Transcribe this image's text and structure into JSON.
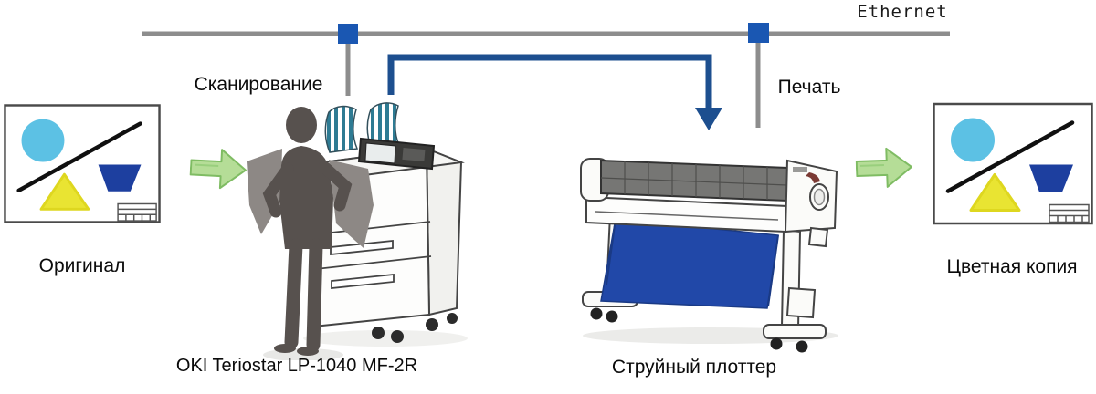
{
  "labels": {
    "ethernet": "Ethernet",
    "scanning": "Сканирование",
    "printing": "Печать",
    "original": "Оригинал",
    "mfp": "OKI Teriostar LP-1040 MF-2R",
    "plotter": "Струйный плоттер",
    "copy": "Цветная копия"
  },
  "colors": {
    "network_gray": "#8d8d8d",
    "connector_blue": "#1a57b2",
    "arrow_blue": "#1d4f8f",
    "flow_green_fill": "#b5dd97",
    "flow_green_stroke": "#7fbc63",
    "doc_circle_blue": "#5cc1e4",
    "doc_triangle_yellow": "#e9e432",
    "doc_trapezoid_blue": "#1d3f9f",
    "basket_blue": "#2148a8",
    "stripe_teal": "#2e7b93",
    "silhouette_gray": "#57514e",
    "paper_gray": "#8d8885",
    "machine_outline": "#444444",
    "mesh_gray": "#767674"
  },
  "icons": {
    "original_document": "document-with-shapes-icon",
    "color_copy_document": "document-with-shapes-icon",
    "flow_arrow": "right-block-arrow-icon",
    "mfp_machine": "multifunction-printer-with-operator-icon",
    "plotter_machine": "inkjet-plotter-icon",
    "network_tap": "ethernet-tap-square-icon",
    "print_flow": "down-arrow-icon"
  }
}
